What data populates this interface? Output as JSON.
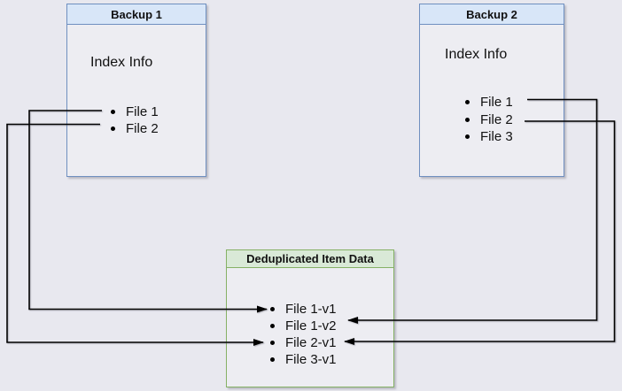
{
  "page": {
    "background": "#e8e8ef",
    "diagram_type": "backup-deduplication"
  },
  "colors": {
    "backup_box_border": "#6f8fc0",
    "backup_title_fill": "#d8e6f8",
    "dedup_box_border": "#85b165",
    "dedup_title_fill": "#d9e9d7",
    "box_body_fill": "#ededf2",
    "arrow_line": "#000000"
  },
  "backup1": {
    "title": "Backup 1",
    "label": "Index Info",
    "items": [
      "File 1",
      "File 2"
    ]
  },
  "backup2": {
    "title": "Backup 2",
    "label": "Index Info",
    "items": [
      "File 1",
      "File 2",
      "File 3"
    ]
  },
  "dedup": {
    "title": "Deduplicated Item Data",
    "items": [
      "File 1-v1",
      "File 1-v2",
      "File 2-v1",
      "File 3-v1"
    ]
  },
  "connections": [
    {
      "from": "Backup 1 / File 1",
      "to": "File 1-v1",
      "route": "left"
    },
    {
      "from": "Backup 1 / File 2",
      "to": "File 2-v1",
      "route": "left"
    },
    {
      "from": "Backup 2 / File 1",
      "to": "File 1-v2",
      "route": "right"
    },
    {
      "from": "Backup 2 / File 2",
      "to": "File 2-v1",
      "route": "right"
    }
  ]
}
